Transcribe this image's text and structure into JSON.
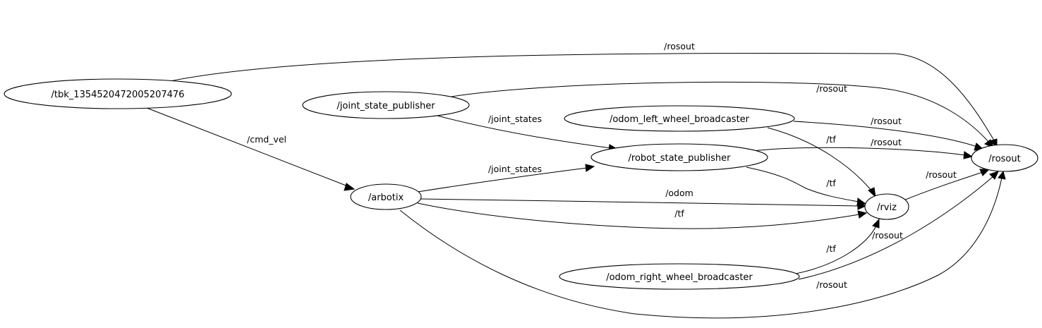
{
  "nodes": {
    "tbk": "/tbk_1354520472005207476",
    "joint_state_publisher": "/joint_state_publisher",
    "odom_left_wheel_broadcaster": "/odom_left_wheel_broadcaster",
    "robot_state_publisher": "/robot_state_publisher",
    "arbotix": "/arbotix",
    "rviz": "/rviz",
    "rosout": "/rosout",
    "odom_right_wheel_broadcaster": "/odom_right_wheel_broadcaster"
  },
  "edges": {
    "tbk_rosout": "/rosout",
    "tbk_arbotix": "/cmd_vel",
    "jsp_rosout": "/rosout",
    "jsp_rsp": "/joint_states",
    "olw_rosout": "/rosout",
    "olw_rviz": "/tf",
    "rsp_rosout": "/rosout",
    "rsp_rviz": "/tf",
    "arbotix_rsp": "/joint_states",
    "arbotix_rviz_odom": "/odom",
    "arbotix_rviz_tf": "/tf",
    "rviz_rosout": "/rosout",
    "orw_rviz": "/tf",
    "orw_rosout": "/rosout",
    "arbotix_rosout": "/rosout"
  }
}
